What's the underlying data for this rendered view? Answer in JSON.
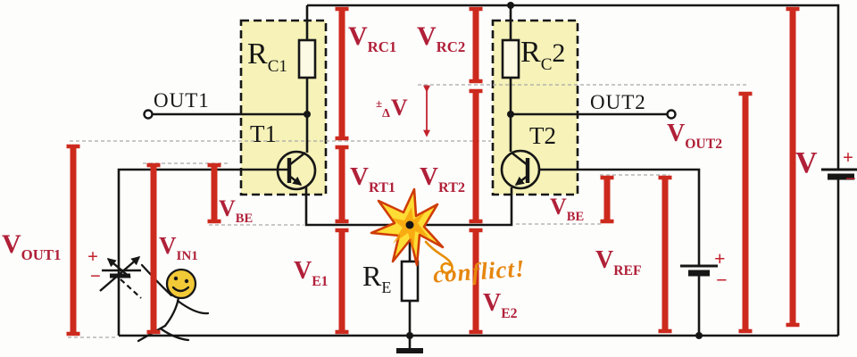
{
  "title": "Differential pair voltage diagram with conflict at common emitter node",
  "palette": {
    "bar_red": "#cd2a1e",
    "label_red": "#b02038",
    "wire_black": "#161616",
    "highlight_yellow": "#f6f2b8",
    "guide_gray": "#a8a8a8",
    "conflict_orange": "#e6860d",
    "smiley_yellow": "#f2c937",
    "star_yellow": "#ffdd35",
    "star_outline_orange": "#cf3c05"
  },
  "labels": {
    "out1": "OUT1",
    "out2": "OUT2",
    "t1": "T1",
    "t2": "T2",
    "rc1": {
      "main": "R",
      "sub": "C1"
    },
    "rc2": {
      "main": "R",
      "sub": "C",
      "tail": "2"
    },
    "re": {
      "main": "R",
      "sub": "E"
    },
    "v_rc1": {
      "main": "V",
      "sub": "RC1"
    },
    "v_rc2": {
      "main": "V",
      "sub": "RC2"
    },
    "v_rt1": {
      "main": "V",
      "sub": "RT1"
    },
    "v_rt2": {
      "main": "V",
      "sub": "RT2"
    },
    "v_e1": {
      "main": "V",
      "sub": "E1"
    },
    "v_e2": {
      "main": "V",
      "sub": "E2"
    },
    "v_be_left": {
      "main": "V",
      "sub": "BE"
    },
    "v_be_right": {
      "main": "V",
      "sub": "BE"
    },
    "v_out1": {
      "main": "V",
      "sub": "OUT1"
    },
    "v_out2": {
      "main": "V",
      "sub": "OUT2"
    },
    "v_in1": {
      "main": "V",
      "sub": "IN1"
    },
    "v_ref": {
      "main": "V",
      "sub": "REF"
    },
    "v_supply": "V",
    "delta_v": {
      "pre": "±",
      "delta": "Δ",
      "main": "V"
    },
    "conflict": "conflict!"
  },
  "signs": {
    "source_plus": "+",
    "source_minus": "−",
    "ref_plus": "+",
    "ref_minus": "−",
    "supply_plus": "+",
    "supply_minus": "−"
  }
}
